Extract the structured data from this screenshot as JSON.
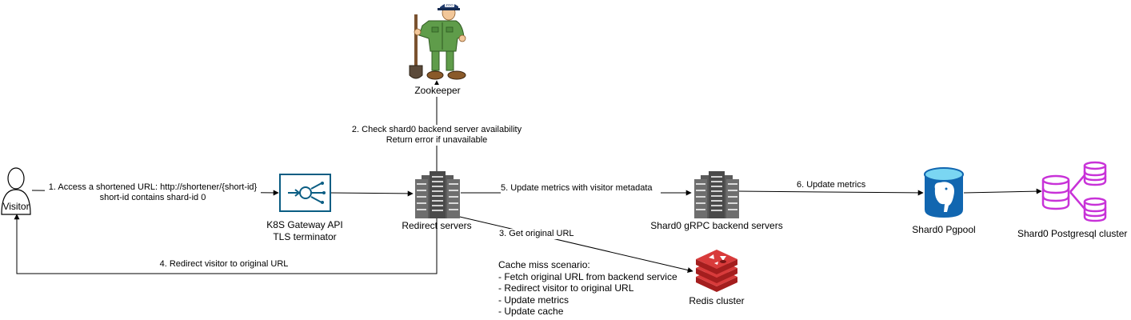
{
  "nodes": {
    "visitor": {
      "label": "Visitor"
    },
    "gateway": {
      "label_line1": "K8S Gateway API",
      "label_line2": "TLS terminator"
    },
    "redirect": {
      "label": "Redirect servers"
    },
    "zookeeper": {
      "label": "Zookeeper",
      "cap_text": "ZOO"
    },
    "grpc": {
      "label": "Shard0 gRPC backend servers"
    },
    "pgpool": {
      "label": "Shard0 Pgpool"
    },
    "postgres": {
      "label": "Shard0 Postgresql cluster"
    },
    "redis": {
      "label": "Redis cluster"
    }
  },
  "edges": {
    "e1": {
      "line1": "1. Access a shortened URL: http://shortener/{short-id}",
      "line2": "short-id contains shard-id 0"
    },
    "e2": {
      "line1": "2. Check shard0 backend server availability",
      "line2": "Return error if unavailable"
    },
    "e3": {
      "label": "3. Get original URL"
    },
    "e4": {
      "label": "4. Redirect visitor to original URL"
    },
    "e5": {
      "label": "5. Update metrics with visitor metadata"
    },
    "e6": {
      "label": "6. Update metrics"
    }
  },
  "note": {
    "title": "Cache miss scenario:",
    "items": [
      "- Fetch original URL from backend service",
      "- Redirect visitor to original URL",
      "- Update metrics",
      "- Update cache"
    ]
  },
  "colors": {
    "line": "#000000",
    "gateway": "#0a5d83",
    "server": "#5b5b5b",
    "pgpool": "#1166b0",
    "pgpool_top": "#7ad6f2",
    "postgres": "#c832d8",
    "redis": "#c62a2a",
    "zookeeper_body": "#5f9c4a"
  }
}
